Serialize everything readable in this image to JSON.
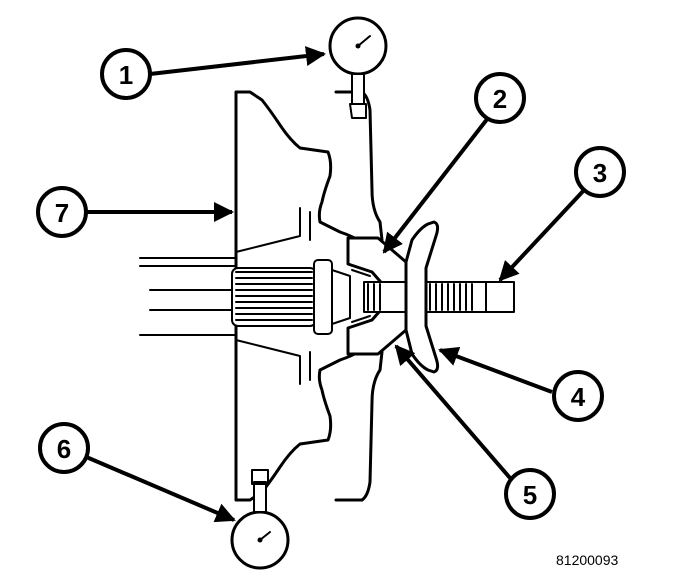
{
  "callouts": [
    {
      "id": "1",
      "label": "1"
    },
    {
      "id": "2",
      "label": "2"
    },
    {
      "id": "3",
      "label": "3"
    },
    {
      "id": "4",
      "label": "4"
    },
    {
      "id": "5",
      "label": "5"
    },
    {
      "id": "6",
      "label": "6"
    },
    {
      "id": "7",
      "label": "7"
    }
  ],
  "figure_id": "81200093",
  "colors": {
    "ink": "#000000",
    "background": "#ffffff"
  }
}
